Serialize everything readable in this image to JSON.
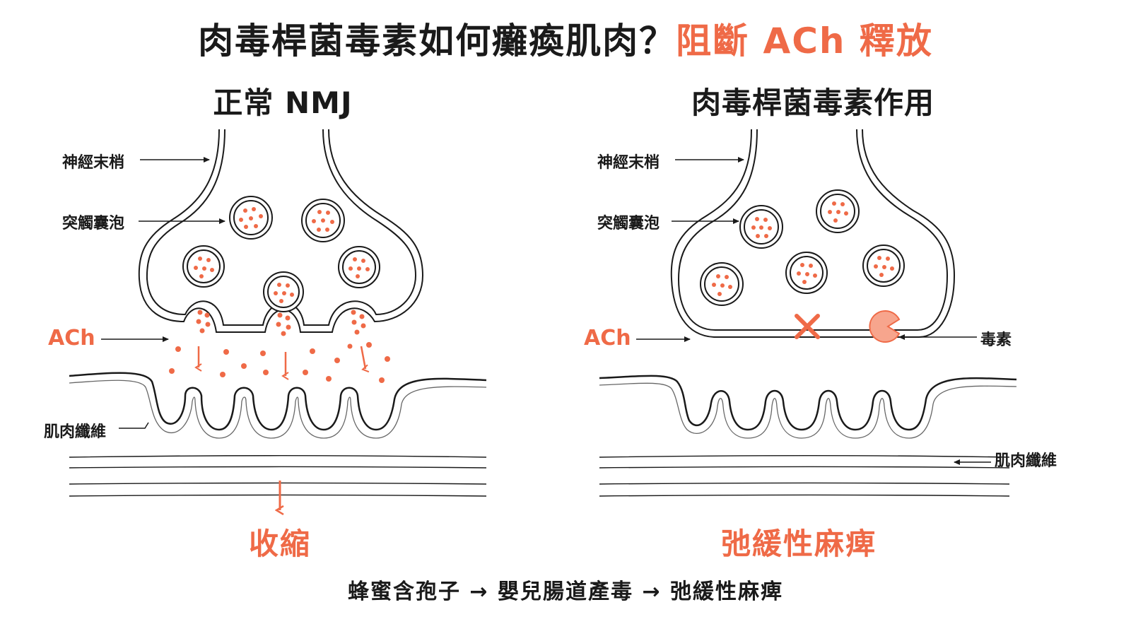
{
  "colors": {
    "accent": "#ef6a47",
    "ink": "#1a1a1a",
    "toxin_fill": "#f7a58d"
  },
  "title": {
    "main": "肉毒桿菌毒素如何癱瘓肌肉？",
    "accent": "阻斷 ACh 釋放"
  },
  "left_panel": {
    "title": "正常 NMJ",
    "labels": {
      "nerve_terminal": "神經末梢",
      "vesicle": "突觸囊泡",
      "ach": "ACh",
      "muscle_fiber": "肌肉纖維"
    },
    "result": "收縮"
  },
  "right_panel": {
    "title": "肉毒桿菌毒素作用",
    "labels": {
      "nerve_terminal": "神經末梢",
      "vesicle": "突觸囊泡",
      "ach": "ACh",
      "toxin": "毒素",
      "muscle_fiber": "肌肉纖維"
    },
    "result": "弛緩性麻痺"
  },
  "footer": {
    "step1": "蜂蜜含孢子",
    "arrow1": "→",
    "step2": "嬰兒腸道產毒",
    "arrow2": "→",
    "step3": "弛緩性麻痺"
  },
  "icons": {
    "block": "x-mark-icon",
    "toxin": "pacman-toxin-icon"
  }
}
